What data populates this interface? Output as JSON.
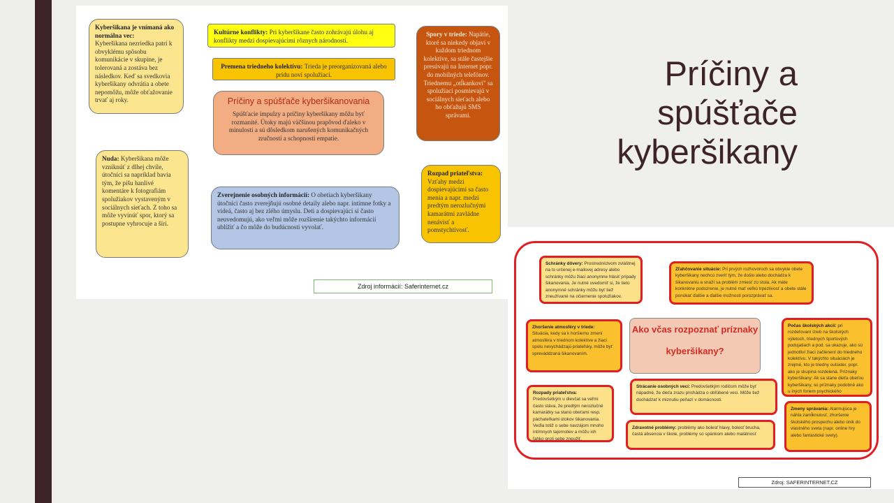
{
  "slide_title": "Príčiny a spúšťače kyberšikany",
  "diagram1": {
    "center_title": "Príčiny a spúšťače kyberšikanovania",
    "center_text": "Spúšťacie impulzy a príčiny kyberšikany môžu byť rozmanité. Útoky majú väčšinou prapôvod ďaleko v minulosti a sú dôsledkom narušených komunikačných zručností a schopností empatie.",
    "normal_title": "Kyberšikana je vnímaná ako normálna vec:",
    "normal_text": "Kyberšikana nezriedka patrí k obvyklému spôsobu komunikácie v skupine, je tolerovaná a zostáva bez následkov. Keď sa svedkovia kyberšikany odvrátia a obete nepomôžu, môže obťažovanie trvať aj roky.",
    "cultural_title": "Kultúrne konflikty:",
    "cultural_text": "Pri kyberšikane často zohrávajú úlohu aj konflikty medzi dospievajúcimi rôznych národností.",
    "class_change_title": "Premena triedneho kolektívu:",
    "class_change_text": "Trieda je preorganizovaná alebo prídu noví spolužiaci.",
    "disputes_title": "Spory v triede:",
    "disputes_text": "Napätie, ktoré sa niekedy objaví v každom triednom kolektíve, sa stále častejšie presúvajú na Internet popr. do mobilných telefónov. Triednemu „otĺkankovi\" sa spolužiaci posmievajú v sociálnych sieťach alebo ho obťažujú SMS správami.",
    "boredom_title": "Nuda:",
    "boredom_text": "Kyberšikana môže vzniknúť z dlhej chvíle, útočníci sa napríklad bavia tým, že píšu hanlivé komentáre k fotografiám spolužiakov vystaveným v sociálnych sieťach. Z toho sa môže vyvinúť spor, ktorý sa postupne vyhrocuje a šíri.",
    "disclosure_title": "Zverejnenie osobných informácií:",
    "disclosure_text": "O obetiach kyberšikany útočníci často zverejňujú osobné detaily alebo napr. intímne fotky a videá, často aj bez zlého úmyslu. Deti a dospievajúci si často neuvedomujú, ako veľmi môže rozšírenie takýchto informácií ublížiť a čo môže do budúcnosti vyvolať.",
    "friendship_title": "Rozpad priateľstva:",
    "friendship_text": "Vzťahy medzi dospievajúcimi sa často menia a napr. medzi predtým nerozlučnými kamarátmi zavládne nenávisť a pomstychtivosť.",
    "source": "Zdroj informácií: Saferinternet.cz"
  },
  "diagram2": {
    "center_line1": "Ako včas rozpoznať príznaky",
    "center_line2": "kyberšikany?",
    "trust_title": "Schránky dôvery:",
    "trust_text": "Prostredníctvom zvláštnej na to určenej e-mailovej adresy alebo schránky môžu žiaci anonymne hlásiť prípady šikanovania. Je nutné uvedomiť si, že tieto anonymné schránky môžu byť tiež zneužívané na očiernenie spolužiakov.",
    "trivial_title": "Zľahčovanie situácie:",
    "trivial_text": "Pri prvých rozhovoroch sa obvykle obete kyberšikany nechcú zveriť tým, že došlo alebo dochádza k šikanovaniu a snaží sa problém zmiesť zo stola. Ak máte konkrétne podozrenie, je nutné mať veľkú trpezlivosť a obete stále ponúkať ďalšie a ďalšie možnosti porozprávať sa.",
    "atmosphere_title": "Zhoršenie atmosféry v triede:",
    "atmosphere_text": "Situácia, kedy sa k horšiemu zmení atmosféra v triednom kolektíve a žiaci spolu nevychádzajú priateľsky, môže byť spreváddzaná šikanovaním.",
    "school_title": "Počas školských akcií:",
    "school_text": "pri rozdeľovaní izieb na školských výletoch, triednych športových podujatiach a pod. sa ukazuje, ako sú jednotliví žiaci začlenení do triedneho kolektívu. V takýchto situáciách je zrejmé, kto je triedny outsider, popr. ako je skupina rozdelená. Príznaky kyberšikany: Ak sa stane dieťa obeťou kyberšikany, sú príznaky podobné ako u iných foriem psychického obťažovania.",
    "friends_title": "Rozpady priateľstva:",
    "friends_text": "Predovšetkým u dievčat sa veľmi často stáva, že predtým nerozlučné kamarátky sa stanú obeťami resp. páchateľkami útokov šikanovania. Veďia totiž o sebe navzájom mnoho intímnych tajomstiev a môžu ich ľahko proti sebe zneužiť.",
    "losing_title": "Strácanie osobných vecí:",
    "losing_text": "Predovšetkým rodičom môže byť nápadné, že dieťa zrazu prichádza o obľúbené veci. Môže tiež dochádzať k miznutiu peňazí v domácnosti.",
    "grades_title": "Zmeny správania:",
    "grades_text": "Alarmujúca je náhla zamĺknutosť, zhoršenie školského prospechu alebo únik do vlastného sveta (napr. online hry alebo fantastické svety).",
    "health_title": "Zdravotné problémy:",
    "health_text": "problémy ako bolesť hlavy, bolesť brucha, častá absencia v škole, problémy so spánkom alebo malátnosť",
    "source": "Zdroj: SAFERINTERNET.CZ"
  }
}
